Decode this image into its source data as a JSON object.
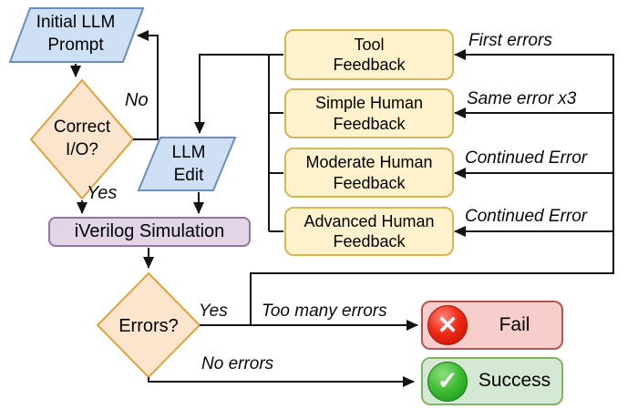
{
  "nodes": {
    "initial_prompt": {
      "lines": [
        "Initial LLM",
        "Prompt"
      ],
      "shape": "parallelogram",
      "fill": "#cfe0f4",
      "stroke": "#6c8ebf"
    },
    "correct_io": {
      "lines": [
        "Correct",
        "I/O?"
      ],
      "shape": "diamond",
      "fill": "#fce5cd",
      "stroke": "#dda33c"
    },
    "llm_edit": {
      "lines": [
        "LLM",
        "Edit"
      ],
      "shape": "parallelogram",
      "fill": "#cfe0f4",
      "stroke": "#6c8ebf"
    },
    "iverilog": {
      "label": "iVerilog Simulation",
      "shape": "rounded-rect",
      "fill": "#e1d5e7",
      "stroke": "#9673a6"
    },
    "errors": {
      "label": "Errors?",
      "shape": "diamond",
      "fill": "#fce5cd",
      "stroke": "#dda33c"
    },
    "tool_feedback": {
      "lines": [
        "Tool",
        "Feedback"
      ],
      "fill": "#fff2cc",
      "stroke": "#d6b656"
    },
    "simple_feedback": {
      "lines": [
        "Simple Human",
        "Feedback"
      ],
      "fill": "#fff2cc",
      "stroke": "#d6b656"
    },
    "moderate_feedback": {
      "lines": [
        "Moderate Human",
        "Feedback"
      ],
      "fill": "#fff2cc",
      "stroke": "#d6b656"
    },
    "advanced_feedback": {
      "lines": [
        "Advanced Human",
        "Feedback"
      ],
      "fill": "#fff2cc",
      "stroke": "#d6b656"
    },
    "fail": {
      "label": "Fail",
      "icon": "x-circle-icon",
      "icon_glyph": "✕",
      "fill": "#f8cecc",
      "stroke": "#b85450",
      "icon_color": "#e01400"
    },
    "success": {
      "label": "Success",
      "icon": "check-circle-icon",
      "icon_glyph": "✓",
      "fill": "#d5e8d4",
      "stroke": "#82b366",
      "icon_color": "#22a022"
    }
  },
  "edge_labels": {
    "no": "No",
    "yes_correct": "Yes",
    "yes_errors": "Yes",
    "too_many_errors": "Too many errors",
    "no_errors": "No errors",
    "first_errors": "First errors",
    "same_error_x3": "Same error x3",
    "continued_error_1": "Continued Error",
    "continued_error_2": "Continued Error"
  },
  "colors": {
    "connector": "#141414",
    "process_blue_fill": "#cfe0f4",
    "process_blue_stroke": "#6c8ebf",
    "decision_orange_fill": "#fce5cd",
    "decision_orange_stroke": "#dda33c",
    "feedback_yellow_fill": "#fff2cc",
    "feedback_yellow_stroke": "#d6b656",
    "simulation_purple_fill": "#e1d5e7",
    "simulation_purple_stroke": "#9673a6",
    "fail_red_fill": "#f8cecc",
    "fail_red_stroke": "#b85450",
    "success_green_fill": "#d5e8d4",
    "success_green_stroke": "#82b366"
  }
}
